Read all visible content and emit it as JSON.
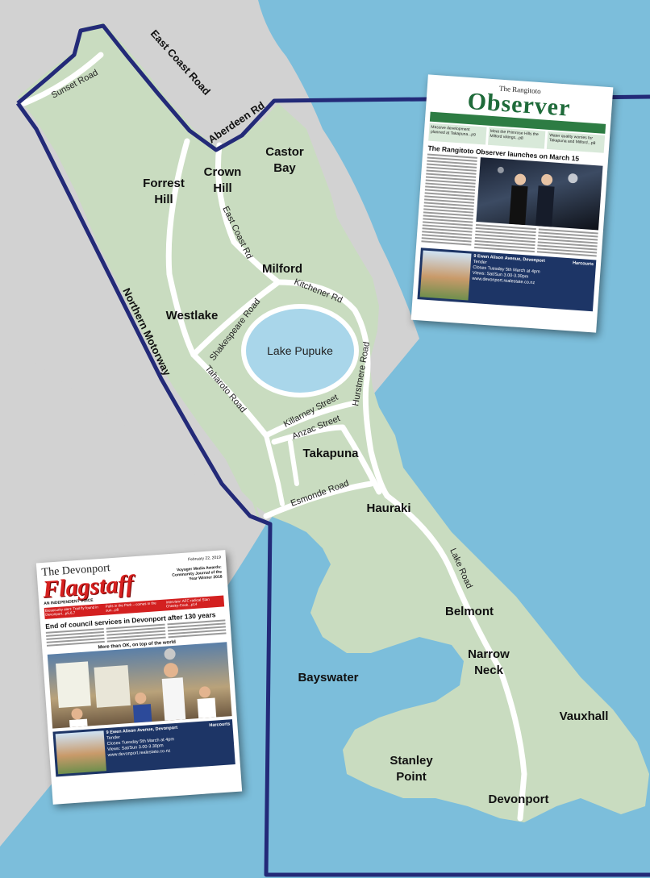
{
  "colors": {
    "sea": "#7cbedb",
    "land": "#c9dcc0",
    "other_land": "#d2d2d2",
    "border": "#232a78",
    "roads": "#ffffff",
    "lake": "#a9d6ea"
  },
  "places": {
    "castor_bay": [
      "Castor",
      "Bay"
    ],
    "forrest_hill": [
      "Forrest",
      "Hill"
    ],
    "crown_hill": [
      "Crown",
      "Hill"
    ],
    "milford": "Milford",
    "westlake": "Westlake",
    "takapuna": "Takapuna",
    "hauraki": "Hauraki",
    "belmont": "Belmont",
    "narrow_neck": [
      "Narrow",
      "Neck"
    ],
    "bayswater": "Bayswater",
    "vauxhall": "Vauxhall",
    "stanley_point": [
      "Stanley",
      "Point"
    ],
    "devonport": "Devonport",
    "lake_pupuke": "Lake Pupuke"
  },
  "roads": {
    "east_coast_road": "East Coast Road",
    "aberdeen_rd": "Aberdeen Rd",
    "sunset_road": "Sunset Road",
    "east_coast_rd": "East Coast Rd",
    "kitchener_rd": "Kitchener Rd",
    "shakespeare_road": "Shakespeare Road",
    "northern_motorway": "Northern Motorway",
    "hurstmere_road": "Hurstmere Road",
    "taharoto_road": "Taharoto Road",
    "killarney_street": "Killarney Street",
    "anzac_street": "Anzac Street",
    "esmonde_road": "Esmonde Road",
    "lake_road": "Lake Road"
  },
  "observer": {
    "masthead_small": "The Rangitoto",
    "masthead": "Observer",
    "headline": "The Rangitoto Observer launches on March 15",
    "teasers": [
      "Massive development planned at Takapuna...p9",
      "Meet the Primrose Hills the Milford vikings...p8",
      "Water quality worries for Takapuna and Milford...p8"
    ],
    "ad_title": "9 Ewen Alison Avenue, Devonport",
    "ad_lines": [
      "Tender",
      "Closes Tuesday 5th March at 4pm",
      "Views: Sat/Sun 3.00-3.30pm",
      "www.devonport.realestate.co.nz"
    ],
    "ad_brand": "Harcourts"
  },
  "flagstaff": {
    "masthead_small": "The Devonport",
    "masthead": "Flagstaff",
    "tagline": "AN INDEPENDENT VOICE",
    "date": "February 22, 2019",
    "award": "Voyager Media Awards: Community Journal of the Year Winner 2018",
    "teasers": [
      "Biosecurity alert: Trail fly found in Devonport...p5,6,7",
      "Polls in the Park – comes in the sun...p8",
      "Interview: AFC radical Stan Cheeky-Cook...p14"
    ],
    "headline": "End of council services in Devonport after 130 years",
    "photo_caption": "More than OK, on top of the world",
    "ad_title": "9 Ewen Alison Avenue, Devonport",
    "ad_lines": [
      "Tender",
      "Closes Tuesday 5th March at 4pm",
      "Views: Sat/Sun 3.00-3.30pm",
      "www.devonport.realestate.co.nz"
    ],
    "ad_brand": "Harcourts"
  }
}
